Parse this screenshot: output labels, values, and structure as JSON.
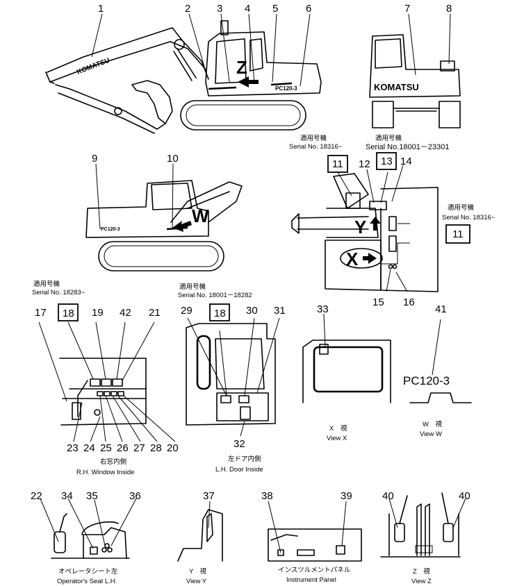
{
  "brand": "KOMATSU",
  "model_badge": "PC120-3",
  "view_letters": {
    "z": "Z",
    "w": "W",
    "x": "X",
    "y": "Y"
  },
  "serials": {
    "top_left": {
      "jp": "適用号機",
      "text": "Serial No. 18316~"
    },
    "top_right": {
      "jp": "適用号機",
      "text": "Serial  No.18001－23301"
    },
    "right": {
      "jp": "適用号機",
      "text": "Serial No. 18316~"
    },
    "rh_window": {
      "jp": "適用号機",
      "text": "Serial No. 18283~"
    },
    "lh_door": {
      "jp": "適用号機",
      "text": "Serial No. 18001－18282"
    }
  },
  "captions": {
    "rh_window": {
      "jp": "右窓内側",
      "en": "R.H. Window Inside"
    },
    "lh_door": {
      "jp": "左ドア内側",
      "en": "L.H. Door Inside"
    },
    "view_x": {
      "jp": "X　視",
      "en": "View X"
    },
    "view_w": {
      "jp": "W　視",
      "en": "View W"
    },
    "operator_seat": {
      "jp": "オペレータシート左",
      "en": "Operator's Seat L.H."
    },
    "view_y": {
      "jp": "Y　視",
      "en": "View Y"
    },
    "instrument_panel": {
      "jp": "インスツルメントパネル",
      "en": "Instrument Panel"
    },
    "view_z": {
      "jp": "Z　視",
      "en": "View Z"
    }
  },
  "callouts": {
    "n1": "1",
    "n2": "2",
    "n3": "3",
    "n4": "4",
    "n5": "5",
    "n6": "6",
    "n7": "7",
    "n8": "8",
    "n9": "9",
    "n10": "10",
    "n11a": "11",
    "n11b": "11",
    "n12": "12",
    "n13": "13",
    "n14": "14",
    "n15": "15",
    "n16": "16",
    "n17": "17",
    "n18a": "18",
    "n18b": "18",
    "n19": "19",
    "n20": "20",
    "n21": "21",
    "n22": "22",
    "n23": "23",
    "n24": "24",
    "n25": "25",
    "n26": "26",
    "n27": "27",
    "n28": "28",
    "n29": "29",
    "n30": "30",
    "n31": "31",
    "n32": "32",
    "n33": "33",
    "n34": "34",
    "n35": "35",
    "n36": "36",
    "n37": "37",
    "n38": "38",
    "n39": "39",
    "n40a": "40",
    "n40b": "40",
    "n41": "41",
    "n42": "42"
  }
}
